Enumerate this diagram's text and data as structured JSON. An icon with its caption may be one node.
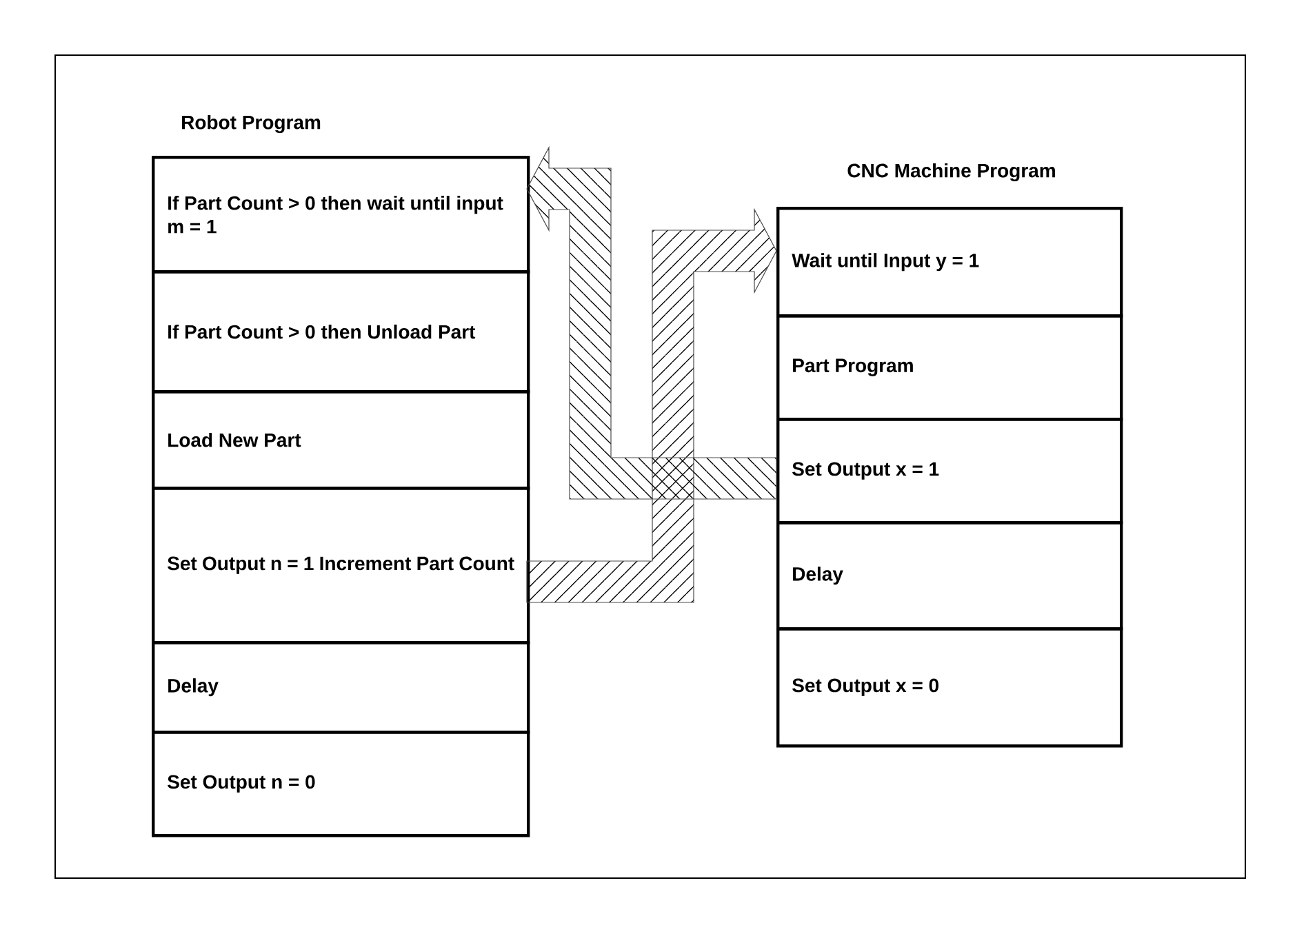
{
  "diagram": {
    "nodes": [
      {
        "text": [
          "If Part Count > 0 then wait until input m = 1"
        ]
      },
      {
        "text": [
          "If Part Count > 0 then Unload Part"
        ]
      },
      {
        "text": [
          "Load New Part"
        ]
      },
      {
        "text": [
          "Set Output n = 1 Increment Part Count"
        ]
      },
      {
        "text": [
          "Delay"
        ]
      },
      {
        "text": [
          "Set Output n = 0"
        ]
      },
      {
        "text": [
          "Wait until Input y = 1"
        ]
      },
      {
        "text": [
          "Part Program"
        ]
      },
      {
        "text": [
          "Set Output x = 1"
        ]
      },
      {
        "text": [
          "Delay"
        ]
      },
      {
        "text": [
          "Set Output x = 0"
        ]
      }
    ],
    "edges": [
      {
        "from": 3,
        "to": 6,
        "arrow": "to"
      },
      {
        "from": 8,
        "to": 0,
        "arrow": "to"
      }
    ],
    "labels": [
      "Robot Program",
      "CNC Machine Program"
    ]
  }
}
